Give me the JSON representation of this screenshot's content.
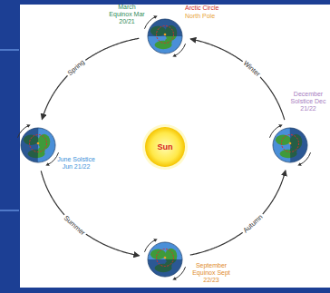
{
  "diagram": {
    "nodes": [
      {
        "text": [
          "March Equinox Mar 20/21"
        ]
      },
      {
        "text": [
          "June Solstice Jun 21/22"
        ]
      },
      {
        "text": [
          "Sun"
        ]
      },
      {
        "text": [
          "December Solstice Dec 21/22"
        ]
      },
      {
        "text": [
          "September Equinox Sept 22/23"
        ]
      }
    ],
    "edges": [
      {
        "from": 0,
        "to": 1,
        "arrow": "to",
        "label": "Spring"
      },
      {
        "from": 1,
        "to": 4,
        "arrow": "to",
        "label": "Summer"
      },
      {
        "from": 4,
        "to": 3,
        "arrow": "to",
        "label": "Autumn"
      },
      {
        "from": 3,
        "to": 0,
        "arrow": "to",
        "label": "Winter"
      }
    ],
    "labels": [
      "Arctic Circle",
      "North Pole"
    ]
  }
}
